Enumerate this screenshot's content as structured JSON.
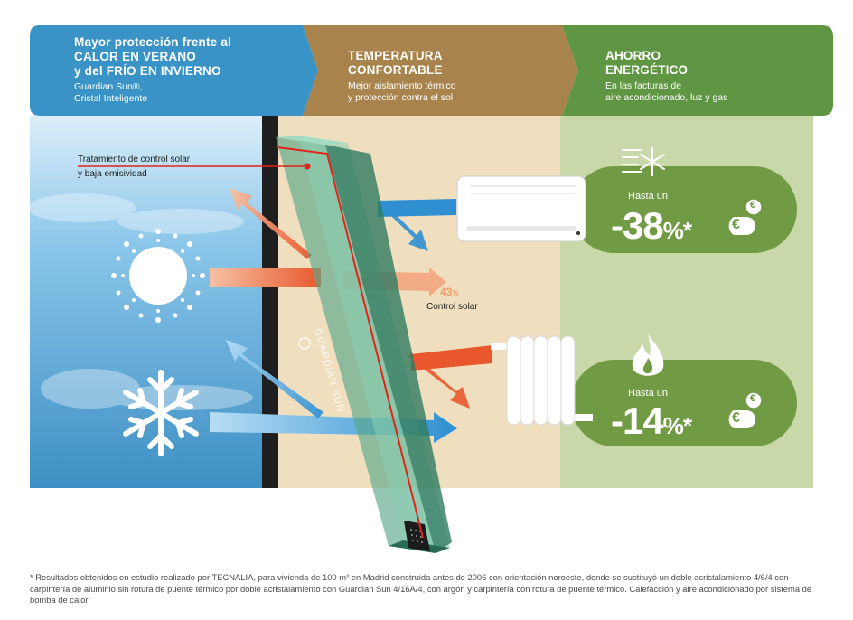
{
  "header": {
    "panel1": {
      "title_lines": [
        "Mayor protección frente al",
        "CALOR EN VERANO",
        "y del FRÍO EN INVIERNO"
      ],
      "sub_lines": [
        "Guardian Sun®,",
        "Cristal Inteligente"
      ]
    },
    "panel2": {
      "title_lines": [
        "TEMPERATURA",
        "CONFORTABLE"
      ],
      "sub_lines": [
        "Mejor aislamiento térmico",
        "y protección contra el sol"
      ]
    },
    "panel3": {
      "title_lines": [
        "AHORRO",
        "ENERGÉTICO"
      ],
      "sub_lines": [
        "En las facturas de",
        "aire acondicionado, luz y gas"
      ]
    }
  },
  "coating_label": [
    "Tratamiento de control solar",
    "y baja emisividad"
  ],
  "solar_control": {
    "value": "43",
    "unit": "%",
    "label": "Control solar"
  },
  "glass_brand": "GUARDIAN SUN",
  "savings": [
    {
      "prefix": "Hasta un",
      "value": "-38",
      "unit": "%",
      "mark": "*",
      "icon": "air-conditioner-icon"
    },
    {
      "prefix": "Hasta un",
      "value": "-14",
      "unit": "%",
      "mark": "*",
      "icon": "radiator-icon"
    }
  ],
  "euro_symbol": "€",
  "footnote": "* Resultados obtenidos en estudio realizado por TECNALIA, para vivienda de 100 m² en Madrid construida antes de 2006 con orientación noroeste, donde se sustituyó un doble acristalamiento 4/6/4 con carpintería de aluminio sin rotura de puente térmico por doble acristalamiento con Guardian Sun 4/16A/4, con argón y carpintería con rotura de puente térmico. Calefacción y aire acondicionado por sistema de bomba de calor.",
  "colors": {
    "header_blue": "#3a93c6",
    "header_brown": "#a8844c",
    "header_green": "#5f9643",
    "zone_sky": "#6fb8e0",
    "zone_beige": "#efdfbf",
    "zone_green": "#c9d8a9",
    "pill_green": "#719a45",
    "heat_arrow": "#e8582c",
    "cold_arrow": "#2f8fd1",
    "coating_line": "#e2231a"
  }
}
